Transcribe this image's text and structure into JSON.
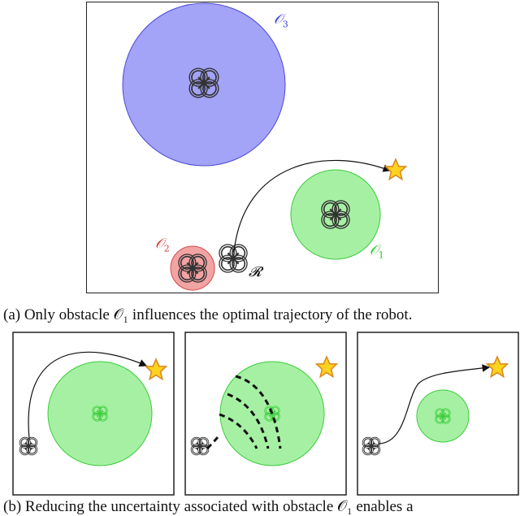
{
  "main": {
    "labels": {
      "o3": {
        "sym": "𝒪",
        "sub": "3"
      },
      "o2": {
        "sym": "𝒪",
        "sub": "2"
      },
      "o1": {
        "sym": "𝒪",
        "sub": "1"
      },
      "robot": "𝓡"
    }
  },
  "captions": {
    "a": "(a) Only obstacle 𝒪₁ influences the optimal trajectory of the robot.",
    "b": "(b) Reducing the uncertainty associated with obstacle 𝒪₁ enables a"
  },
  "colors": {
    "o3_fill": "#a3a3f7",
    "o3_stroke": "#4b4bd6",
    "o2_fill": "#f2a3a3",
    "o2_stroke": "#d54b4b",
    "o1_fill": "#a6f0a3",
    "o1_stroke": "#3bcc3b",
    "goal_fill": "#ffd21f",
    "goal_stroke": "#d9861a"
  },
  "icons": [
    "quadrotor-icon",
    "goal-star-icon"
  ]
}
